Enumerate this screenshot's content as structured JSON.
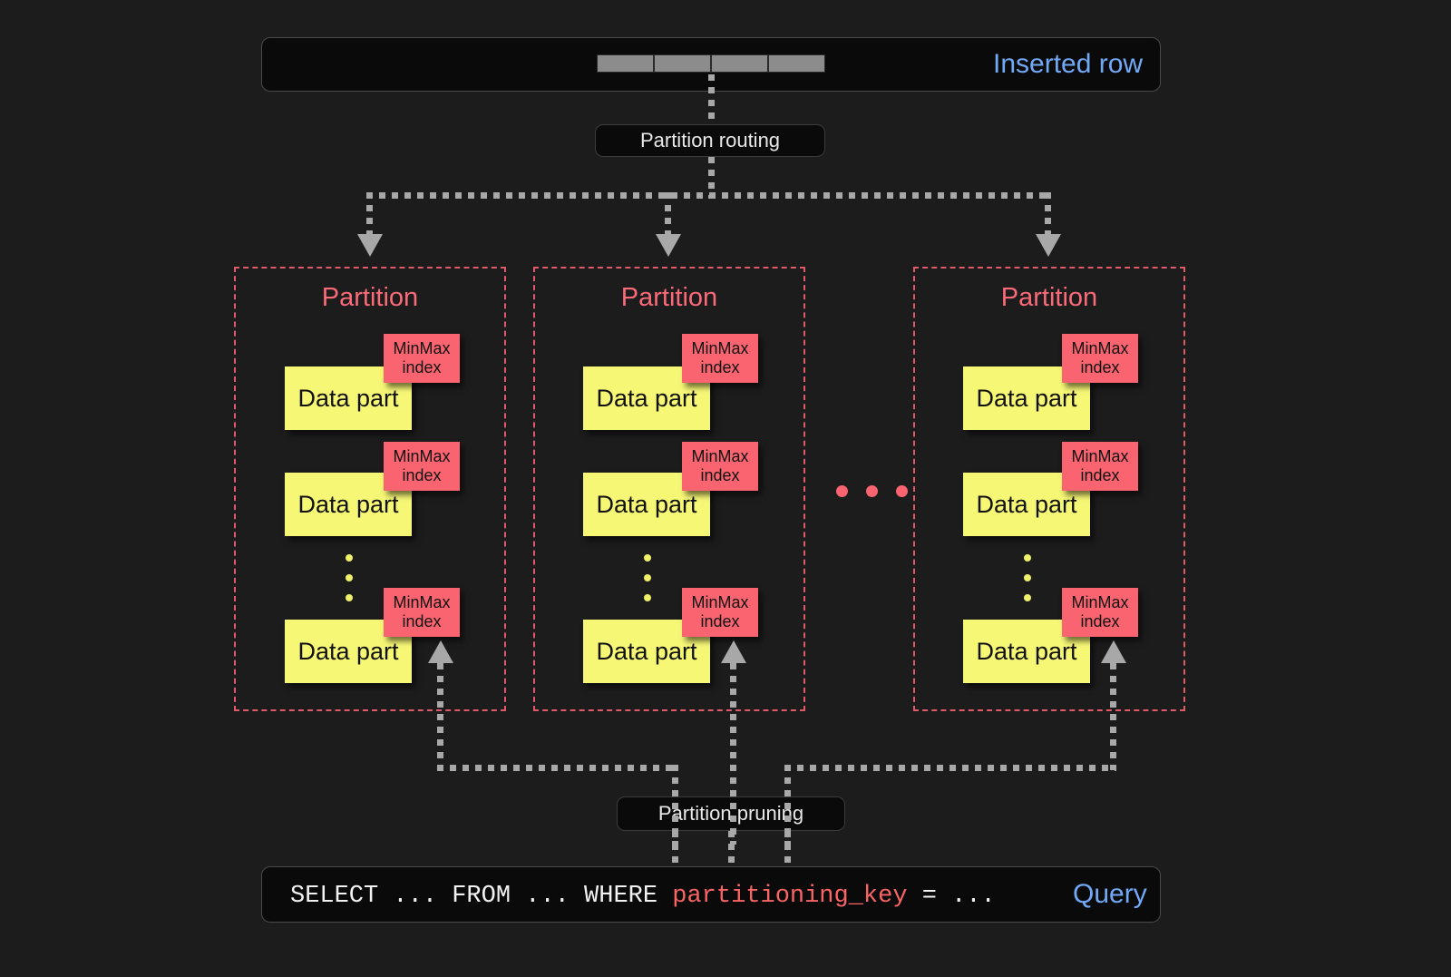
{
  "diagram": {
    "background_color": "#1c1c1c",
    "accent_blue": "#71a9f7",
    "accent_red": "#fa6470",
    "accent_yellow": "#f7f776",
    "line_gray": "#a8a8a8"
  },
  "inserted_row": {
    "label": "Inserted row",
    "cell_count": 4,
    "cells": [
      "",
      "",
      "",
      ""
    ]
  },
  "routing": {
    "label": "Partition routing"
  },
  "pruning": {
    "label": "Partition pruning"
  },
  "query": {
    "label": "Query",
    "sql_prefix": "SELECT ... FROM ... WHERE ",
    "sql_key": "partitioning_key",
    "sql_suffix": " = ..."
  },
  "partitions": [
    {
      "title": "Partition",
      "data_parts": [
        {
          "label": "Data part",
          "index_label": "MinMax\nindex",
          "index_line1": "MinMax",
          "index_line2": "index"
        },
        {
          "label": "Data part",
          "index_label": "MinMax\nindex",
          "index_line1": "MinMax",
          "index_line2": "index"
        },
        {
          "label": "Data part",
          "index_label": "MinMax\nindex",
          "index_line1": "MinMax",
          "index_line2": "index"
        }
      ],
      "vertical_ellipsis": true
    },
    {
      "title": "Partition",
      "data_parts": [
        {
          "label": "Data part",
          "index_label": "MinMax\nindex",
          "index_line1": "MinMax",
          "index_line2": "index"
        },
        {
          "label": "Data part",
          "index_label": "MinMax\nindex",
          "index_line1": "MinMax",
          "index_line2": "index"
        },
        {
          "label": "Data part",
          "index_label": "MinMax\nindex",
          "index_line1": "MinMax",
          "index_line2": "index"
        }
      ],
      "vertical_ellipsis": true
    },
    {
      "title": "Partition",
      "data_parts": [
        {
          "label": "Data part",
          "index_label": "MinMax\nindex",
          "index_line1": "MinMax",
          "index_line2": "index"
        },
        {
          "label": "Data part",
          "index_label": "MinMax\nindex",
          "index_line1": "MinMax",
          "index_line2": "index"
        },
        {
          "label": "Data part",
          "index_label": "MinMax\nindex",
          "index_line1": "MinMax",
          "index_line2": "index"
        }
      ],
      "vertical_ellipsis": true
    }
  ],
  "horizontal_ellipsis": {
    "dot_count": 3
  }
}
